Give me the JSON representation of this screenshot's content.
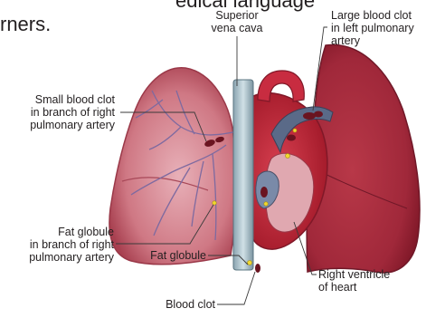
{
  "header": {
    "line1": "edical language",
    "line2": "rners."
  },
  "labels": {
    "superior_vena_cava": [
      "Superior",
      "vena cava"
    ],
    "large_clot": [
      "Large blood clot",
      "in left pulmonary",
      "artery"
    ],
    "small_clot": [
      "Small blood clot",
      "in branch of right",
      "pulmonary artery"
    ],
    "fat_globule_branch": [
      "Fat globule",
      "in branch of right",
      "pulmonary artery"
    ],
    "fat_globule": "Fat globule",
    "blood_clot": "Blood clot",
    "right_ventricle": [
      "Right ventricle",
      "of heart"
    ]
  },
  "colors": {
    "lung_outer": "#c86a78",
    "lung_inner": "#a8283a",
    "heart": "#c0283a",
    "vein": "#9fb7c0",
    "clot": "#7a1828",
    "fat": "#e8d030"
  }
}
